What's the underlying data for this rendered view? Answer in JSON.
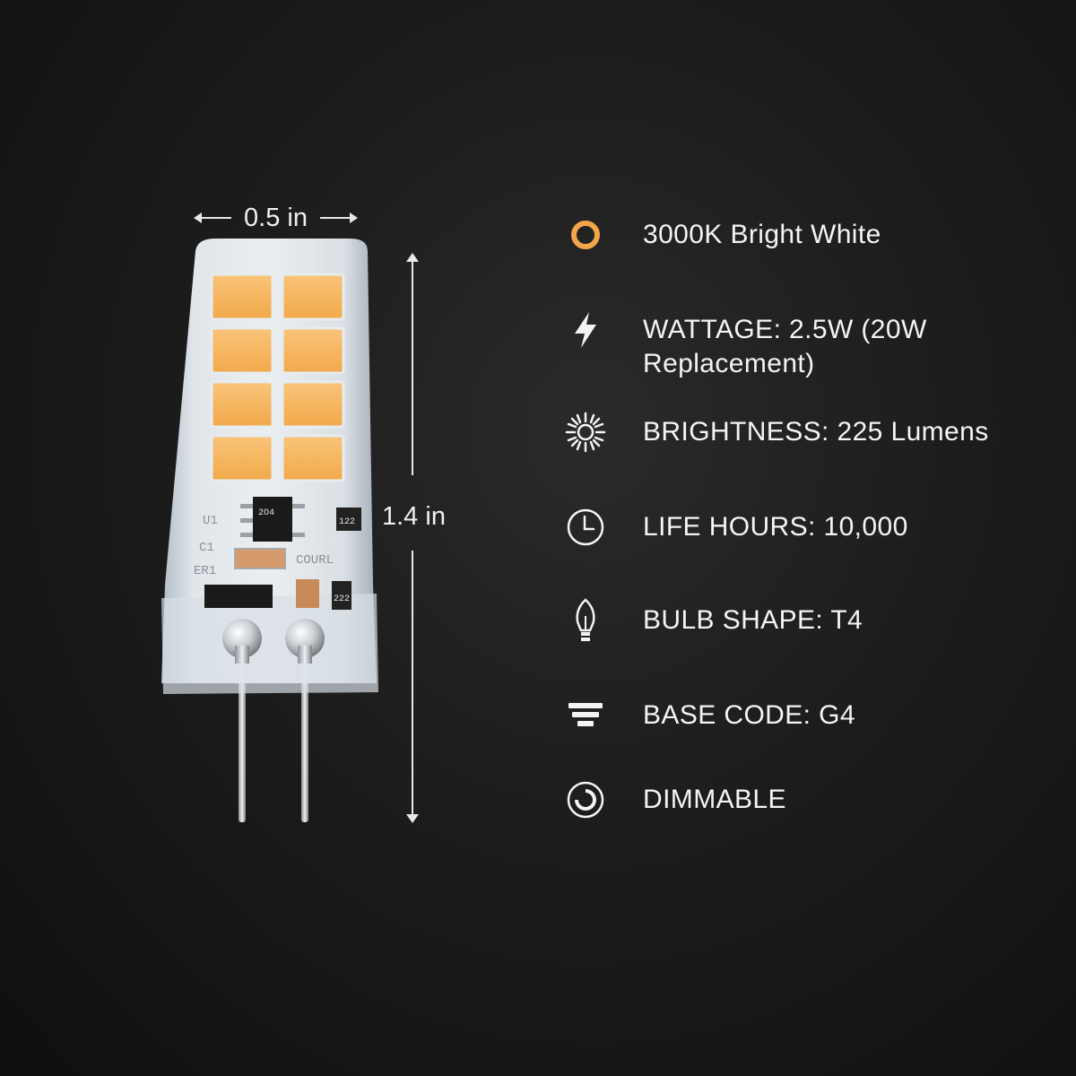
{
  "dimensions": {
    "width_label": "0.5 in",
    "height_label": "1.4 in"
  },
  "specs": [
    {
      "icon": "ring-icon",
      "text": "3000K Bright White",
      "accent": "#f2a54a"
    },
    {
      "icon": "lightning-icon",
      "text": "WATTAGE: 2.5W (20W Replacement)"
    },
    {
      "icon": "sun-icon",
      "text": "BRIGHTNESS: 225 Lumens"
    },
    {
      "icon": "clock-icon",
      "text": "LIFE HOURS: 10,000"
    },
    {
      "icon": "bulb-icon",
      "text": "BULB SHAPE: T4"
    },
    {
      "icon": "base-icon",
      "text": "BASE CODE: G4"
    },
    {
      "icon": "dimmer-icon",
      "text": "DIMMABLE"
    }
  ],
  "bulb_markings": [
    "U1",
    "C1",
    "ER1",
    "COURL",
    "122",
    "222",
    "2O4"
  ],
  "colors": {
    "background": "#1c1c1c",
    "led": "#f6b65a",
    "text": "#f4f4f4"
  }
}
